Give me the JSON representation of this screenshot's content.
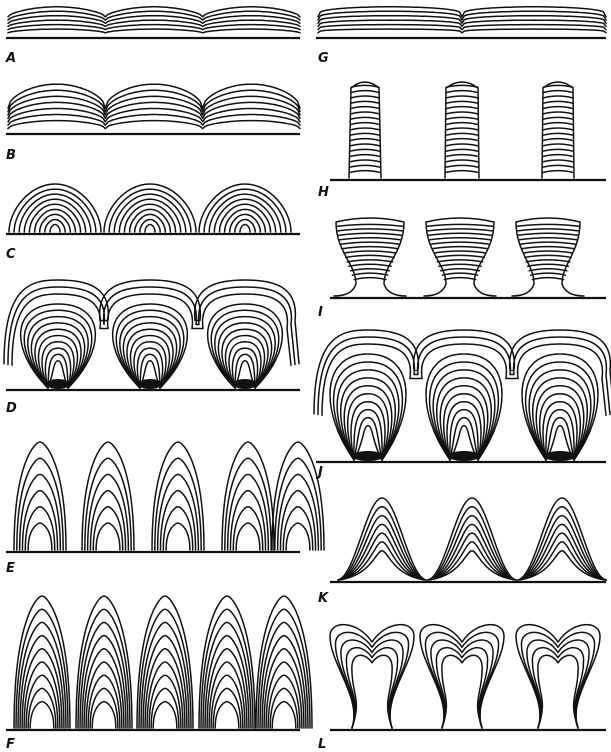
{
  "figure": {
    "panels": [
      {
        "id": "A",
        "label": "A",
        "shape": "low-waves"
      },
      {
        "id": "B",
        "label": "B",
        "shape": "waves"
      },
      {
        "id": "C",
        "label": "C",
        "shape": "domes"
      },
      {
        "id": "D",
        "label": "D",
        "shape": "onion-domes"
      },
      {
        "id": "E",
        "label": "E",
        "shape": "thin-fingers"
      },
      {
        "id": "F",
        "label": "F",
        "shape": "tall-fingers"
      },
      {
        "id": "G",
        "label": "G",
        "shape": "low-waves"
      },
      {
        "id": "H",
        "label": "H",
        "shape": "columns"
      },
      {
        "id": "I",
        "label": "I",
        "shape": "cups"
      },
      {
        "id": "J",
        "label": "J",
        "shape": "onion-domes"
      },
      {
        "id": "K",
        "label": "K",
        "shape": "peaks"
      },
      {
        "id": "L",
        "label": "L",
        "shape": "bilobed"
      }
    ]
  }
}
